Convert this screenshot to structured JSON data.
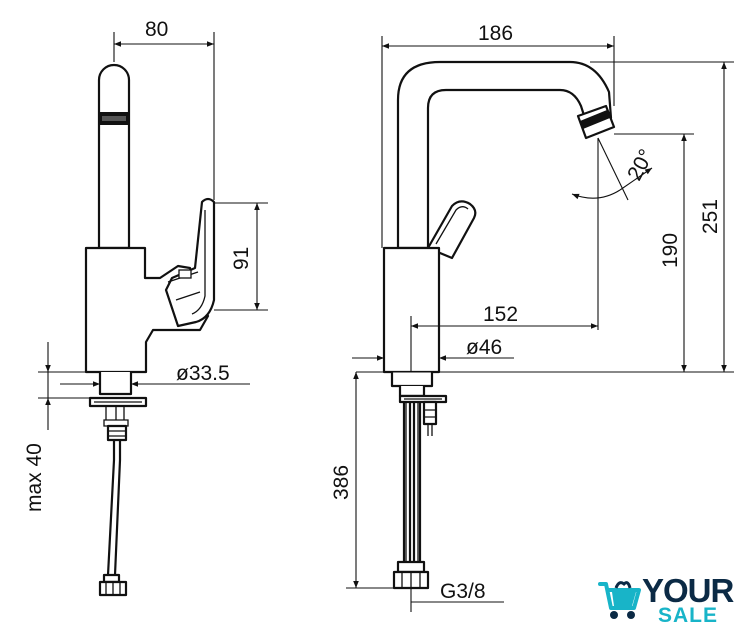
{
  "dimensions": {
    "width_side": "80",
    "lever_height": "91",
    "hole_diameter": "ø33.5",
    "max_thickness": "max 40",
    "width_front": "186",
    "spout_angle": "20°",
    "spout_height": "190",
    "total_height": "251",
    "spout_reach": "152",
    "base_diameter": "ø46",
    "hose_length": "386",
    "connection": "G3/8"
  },
  "logo": {
    "word1": "YOUR",
    "word2": "SALE",
    "primary_color": "#0b2a45",
    "accent_color": "#18b4c8",
    "icon": "shopping-cart-icon"
  }
}
